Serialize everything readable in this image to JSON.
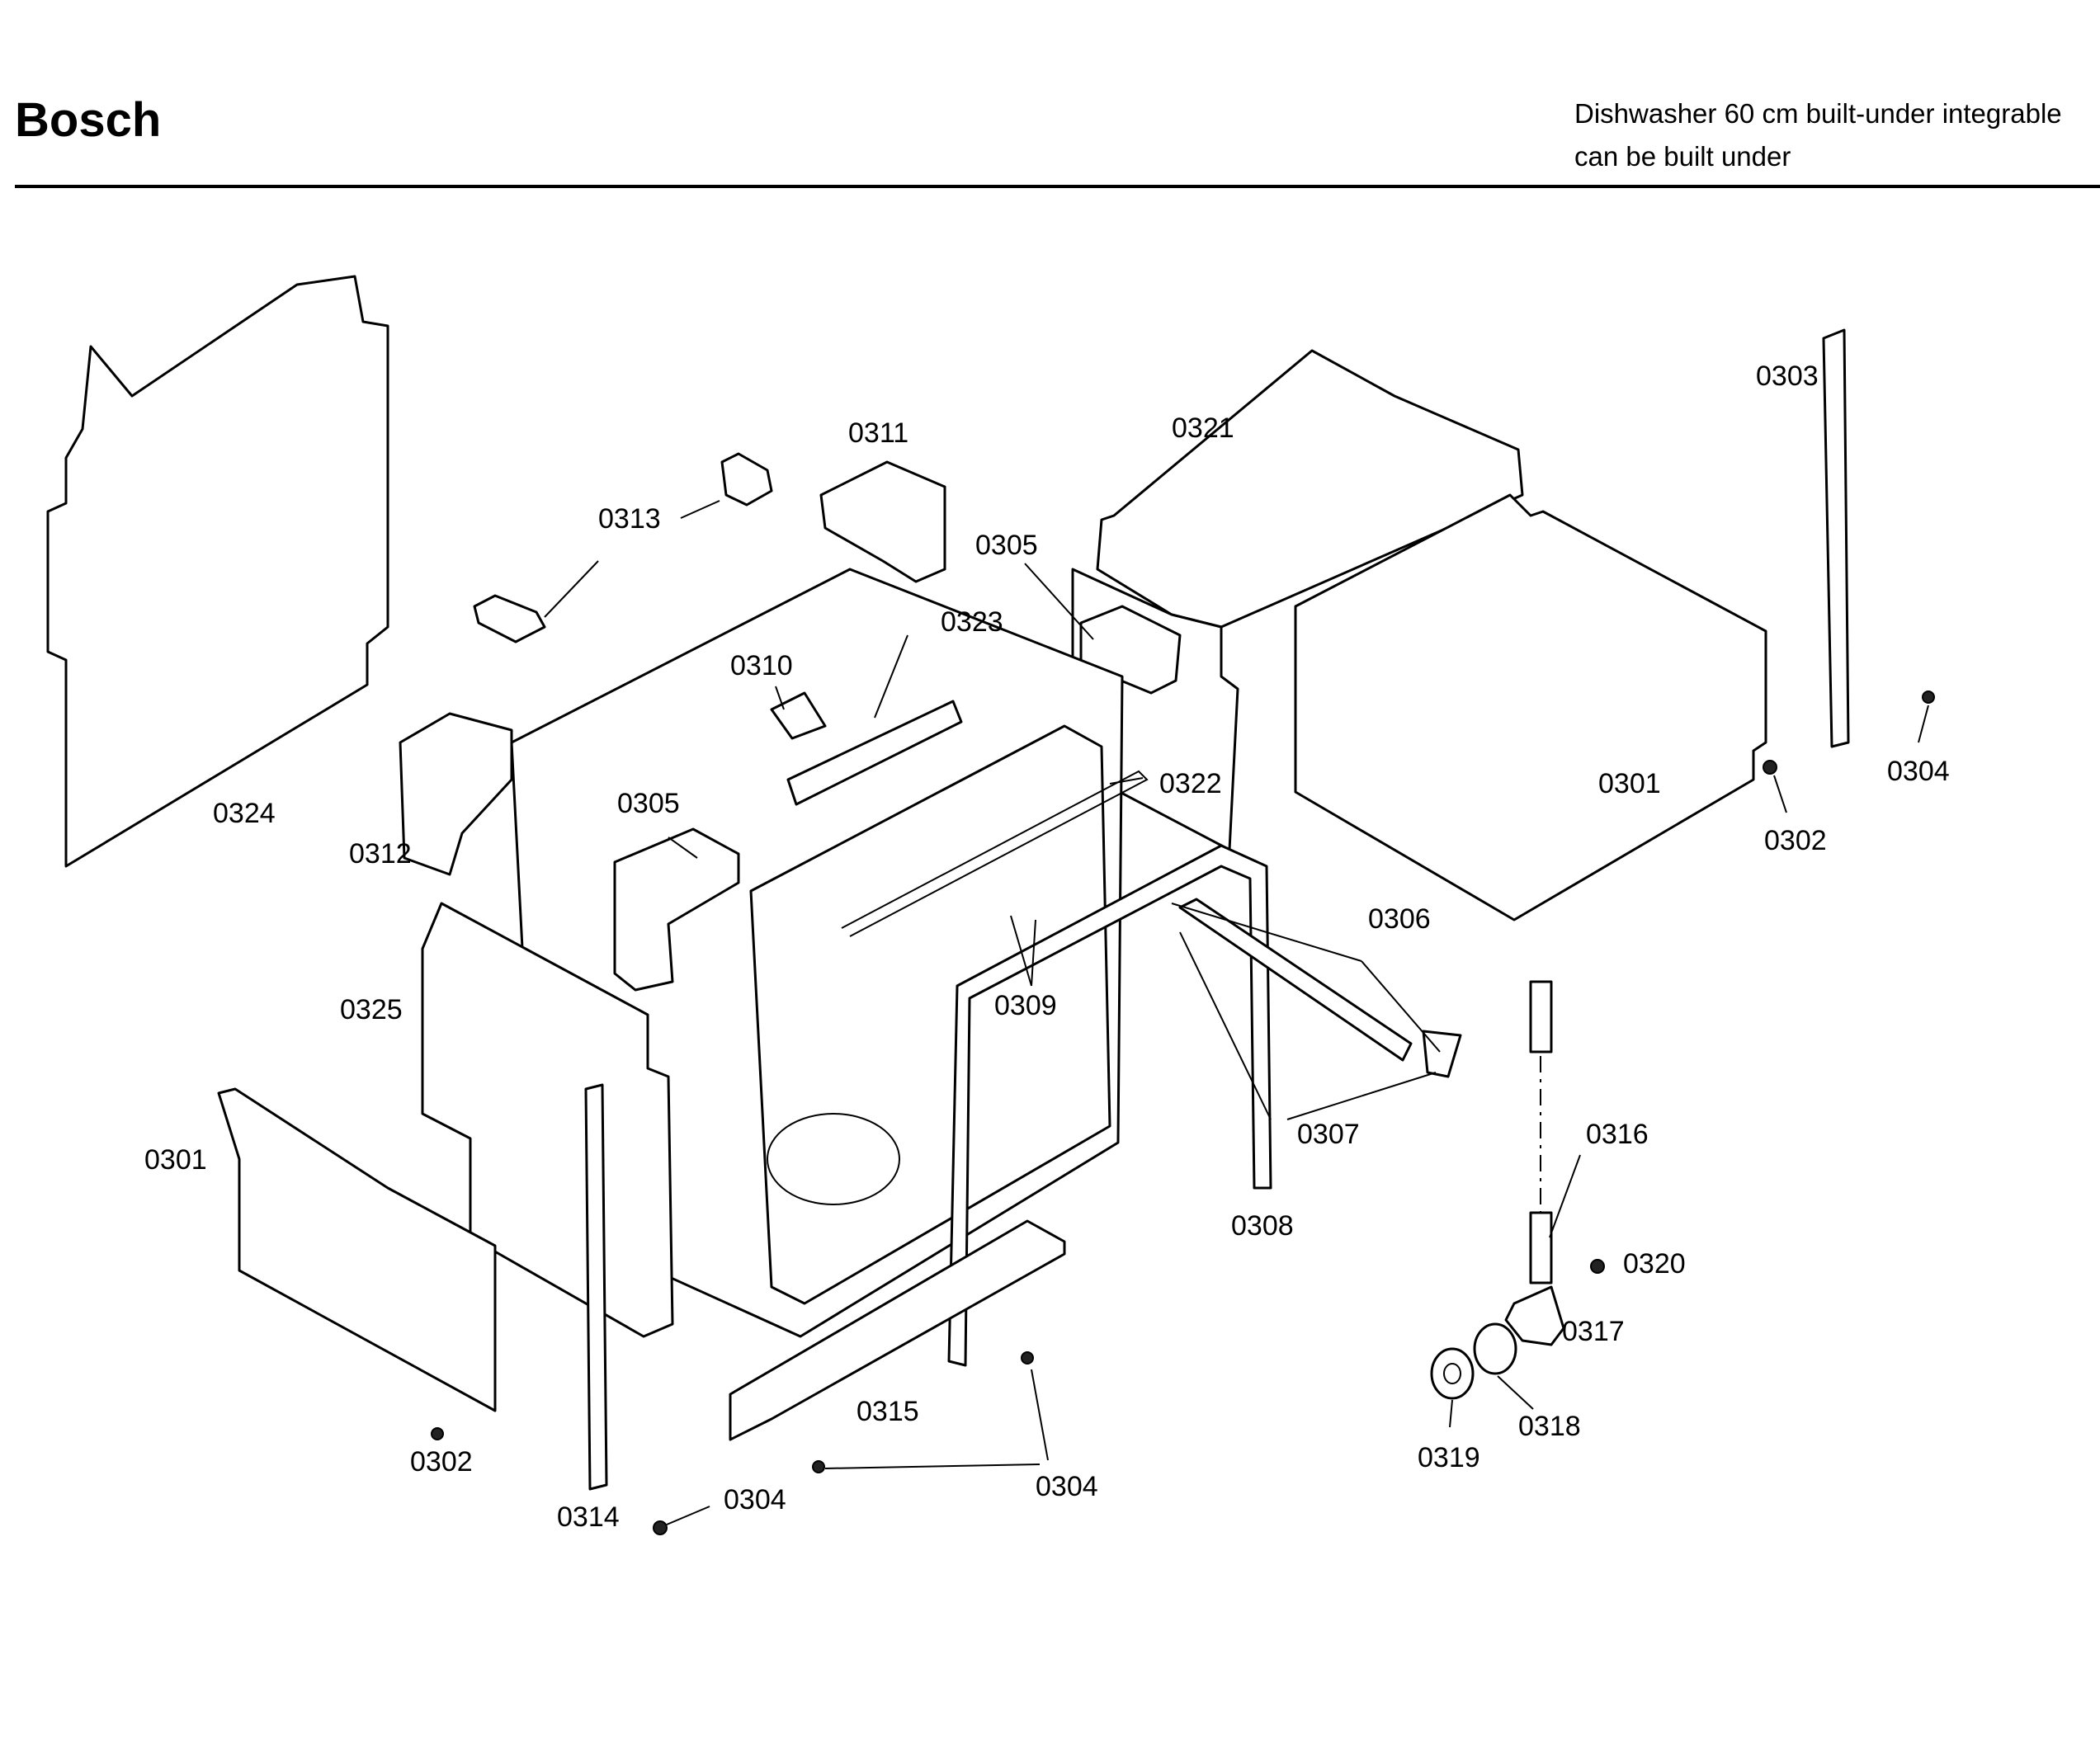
{
  "header": {
    "brand": "Bosch",
    "subtitle_line1": "Dishwasher 60 cm built-under integrable",
    "subtitle_line2": "can be built under"
  },
  "labels": {
    "l0324": "0324",
    "l0313": "0313",
    "l0311": "0311",
    "l0321": "0321",
    "l0303": "0303",
    "l0305a": "0305",
    "l0323": "0323",
    "l0310": "0310",
    "l0305b": "0305",
    "l0322": "0322",
    "l0312": "0312",
    "l0301a": "0301",
    "l0302a": "0302",
    "l0304a": "0304",
    "l0306": "0306",
    "l0325": "0325",
    "l0309": "0309",
    "l0307": "0307",
    "l0308": "0308",
    "l0316": "0316",
    "l0301b": "0301",
    "l0320": "0320",
    "l0317": "0317",
    "l0315": "0315",
    "l0318": "0318",
    "l0302b": "0302",
    "l0319": "0319",
    "l0304b": "0304",
    "l0304c": "0304",
    "l0314": "0314"
  }
}
